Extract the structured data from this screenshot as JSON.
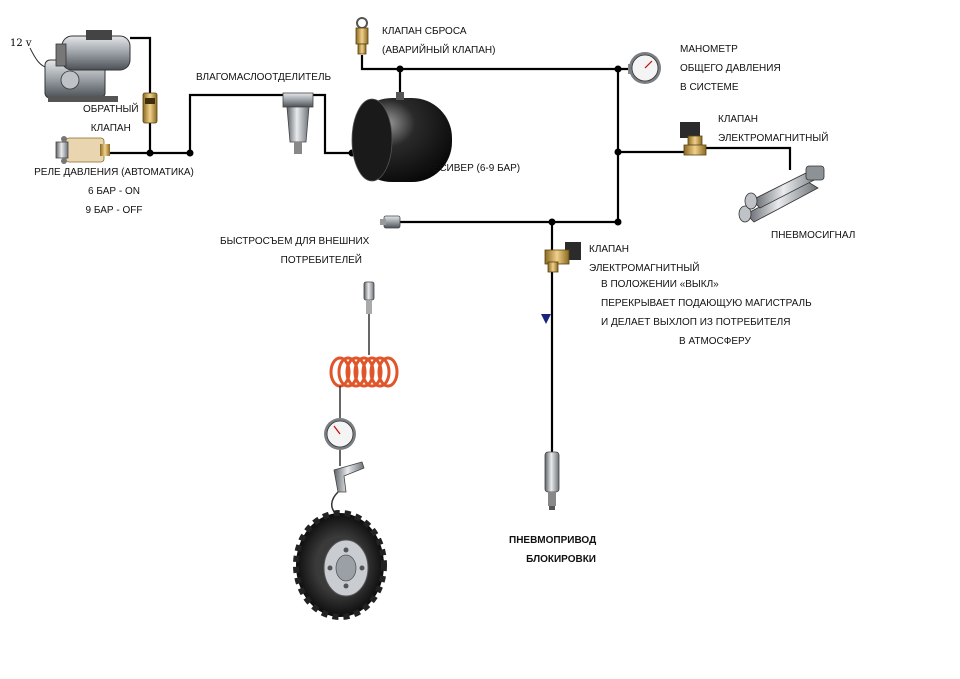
{
  "labels": {
    "voltage": "12 v",
    "check_valve": [
      "ОБРАТНЫЙ",
      "КЛАПАН"
    ],
    "pressure_relay": [
      "РЕЛЕ ДАВЛЕНИЯ (АВТОМАТИКА)",
      "6 БАР - ON",
      "9 БАР - OFF"
    ],
    "moisture_separator": "ВЛАГОМАСЛООТДЕЛИТЕЛЬ",
    "relief_valve": [
      "КЛАПАН СБРОСА",
      "(АВАРИЙНЫЙ КЛАПАН)"
    ],
    "receiver": "РЕСИВЕР (6-9 БАР)",
    "gauge": [
      "МАНОМЕТР",
      "ОБЩЕГО ДАВЛЕНИЯ",
      "В СИСТЕМЕ"
    ],
    "horn_valve": [
      "КЛАПАН",
      "ЭЛЕКТРОМАГНИТНЫЙ"
    ],
    "horn": "ПНЕВМОСИГНАЛ",
    "quick_connect": [
      "БЫСТРОСЪЕМ ДЛЯ ВНЕШНИХ",
      "ПОТРЕБИТЕЛЕЙ"
    ],
    "locker_valve": [
      "КЛАПАН",
      "ЭЛЕКТРОМАГНИТНЫЙ"
    ],
    "locker_valve_note": [
      "В ПОЛОЖЕНИИ «ВЫКЛ»",
      "ПЕРЕКРЫВАЕТ ПОДАЮЩУЮ МАГИСТРАЛЬ",
      "И ДЕЛАЕТ ВЫХЛОП ИЗ ПОТРЕБИТЕЛЯ",
      "В АТМОСФЕРУ"
    ],
    "locker_actuator": [
      "ПНЕВМОПРИВОД",
      "БЛОКИРОВКИ"
    ]
  },
  "colors": {
    "line": "#000000",
    "brass": "#c8a24a",
    "steel": "#9aa0a6",
    "coil": "#e0552a",
    "receiver": "#1e1e1e"
  }
}
